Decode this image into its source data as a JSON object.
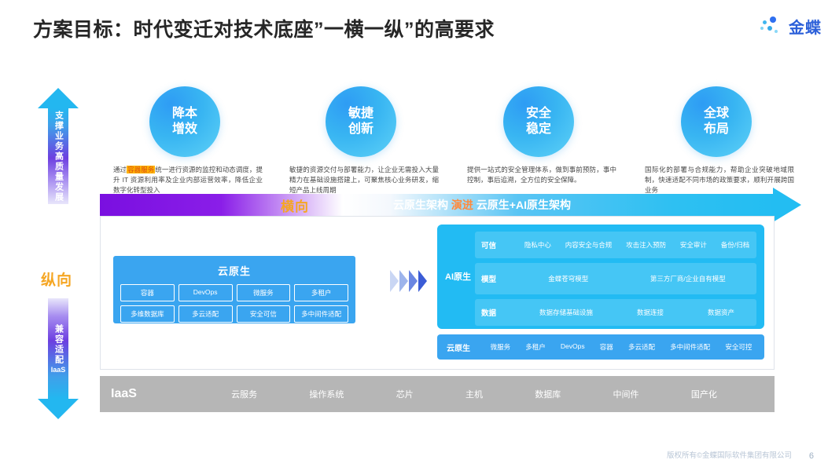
{
  "header": {
    "title": "方案目标：时代变迁对技术底座”一横一纵”的高要求",
    "logo_text": "金蝶"
  },
  "pillars": [
    {
      "title_line1": "降本",
      "title_line2": "增效",
      "desc_pre": "通过",
      "desc_highlight": "容器服务",
      "desc_post": "统一进行资源的监控和动态调度，提升 IT 资源利用率及企业内部运营效率，降低企业数字化转型投入"
    },
    {
      "title_line1": "敏捷",
      "title_line2": "创新",
      "desc_pre": "",
      "desc_highlight": "",
      "desc_post": "敏捷的资源交付与部署能力，让企业无需投入大量精力在基础设施搭建上，可聚焦核心业务研发，缩短产品上线周期"
    },
    {
      "title_line1": "安全",
      "title_line2": "稳定",
      "desc_pre": "",
      "desc_highlight": "",
      "desc_post": "提供一站式的安全管理体系，做到事前预防，事中控制，事后追溯，全方位的安全保障。"
    },
    {
      "title_line1": "全球",
      "title_line2": "布局",
      "desc_pre": "",
      "desc_highlight": "",
      "desc_post": "国际化的部署与合规能力，帮助企业突破地域限制，快速适配不同市场的政策要求，顺利开展跨国业务"
    }
  ],
  "vertical_axis": {
    "up_text": "支撑业务高质量发展",
    "label": "纵向",
    "down_text": "兼容适配",
    "down_sub": "IaaS"
  },
  "banner": {
    "heng": "横向",
    "text_before": "云原生架构",
    "text_evolve": "演进",
    "text_after": "云原生+AI原生架构"
  },
  "cloud_native_box": {
    "title": "云原生",
    "items": [
      "容器",
      "DevOps",
      "微服务",
      "多租户",
      "多维数据库",
      "多云适配",
      "安全可信",
      "多中间件适配"
    ]
  },
  "ai_native_box": {
    "label": "AI原生",
    "rows": [
      {
        "key": "可信",
        "items": [
          "隐私中心",
          "内容安全与合规",
          "攻击注入预防",
          "安全审计",
          "备份/归档"
        ]
      },
      {
        "key": "模型",
        "items": [
          "金蝶苍穹模型",
          "第三方厂商/企业自有模型"
        ]
      },
      {
        "key": "数据",
        "items": [
          "数据存储基础设施",
          "数据连接",
          "数据资产"
        ]
      }
    ]
  },
  "cloud_native_row": {
    "key": "云原生",
    "items": [
      "微服务",
      "多租户",
      "DevOps",
      "容器",
      "多云适配",
      "多中间件适配",
      "安全可控"
    ]
  },
  "iaas_bar": {
    "key": "IaaS",
    "items": [
      "云服务",
      "操作系统",
      "芯片",
      "主机",
      "数据库",
      "中间件",
      "国产化"
    ]
  },
  "footer": {
    "copyright": "版权所有©金蝶国际软件集团有限公司",
    "page": "6"
  },
  "colors": {
    "accent_blue": "#22bbf3",
    "cloud_blue": "#3aa5f0",
    "orange": "#f5a623",
    "purple": "#7a0fe0",
    "gray_bar": "#b6b6b6"
  }
}
